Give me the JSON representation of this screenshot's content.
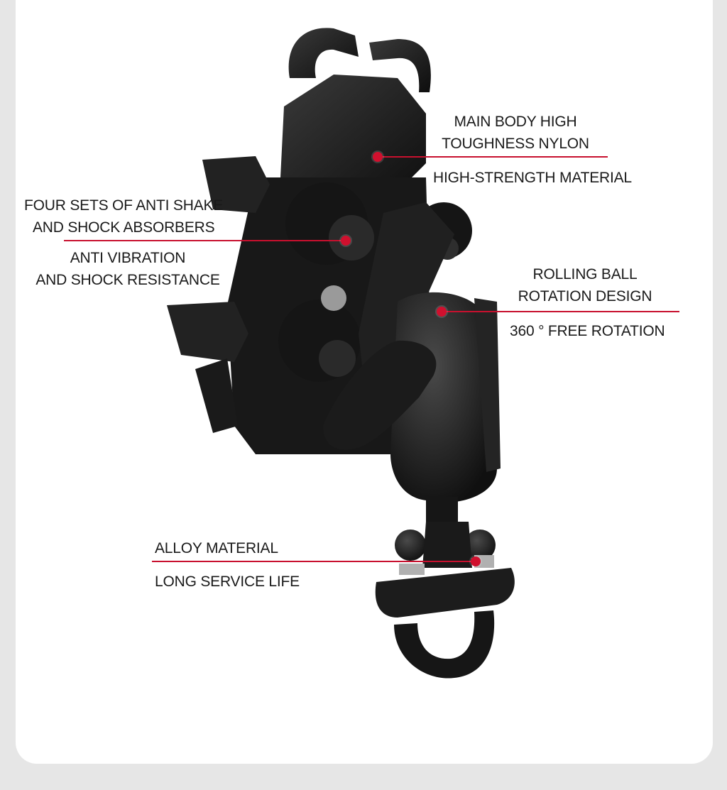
{
  "callouts": {
    "main_body": {
      "title_line1": "MAIN BODY HIGH",
      "title_line2": "TOUGHNESS NYLON",
      "subtitle": "HIGH-STRENGTH MATERIAL"
    },
    "shock": {
      "title_line1": "FOUR SETS OF ANTI SHAKE",
      "title_line2": "AND SHOCK ABSORBERS",
      "subtitle_line1": "ANTI VIBRATION",
      "subtitle_line2": "AND SHOCK RESISTANCE"
    },
    "ball": {
      "title_line1": "ROLLING BALL",
      "title_line2": "ROTATION DESIGN",
      "subtitle": "360 ° FREE ROTATION"
    },
    "alloy": {
      "title": "ALLOY MATERIAL",
      "subtitle": "LONG SERVICE LIFE"
    }
  },
  "colors": {
    "background": "#e6e6e6",
    "card": "#ffffff",
    "accent": "#c8102e",
    "product": "#1c1c1c"
  }
}
